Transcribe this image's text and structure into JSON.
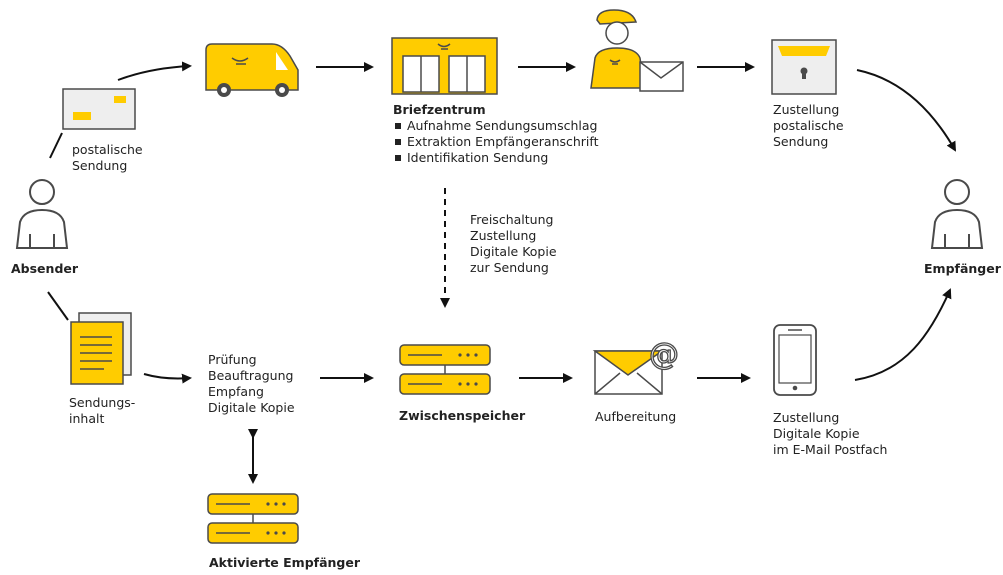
{
  "colors": {
    "accent": "#ffcc00",
    "accent_dark": "#f5b800",
    "outline": "#4a4a4a",
    "arrow": "#111111",
    "grey_fill": "#eeeeee"
  },
  "absender": {
    "label": "Absender"
  },
  "empfaenger": {
    "label": "Empfänger"
  },
  "postalische_sendung": {
    "lines": [
      "postalische",
      "Sendung"
    ]
  },
  "sendungsinhalt": {
    "lines": [
      "Sendungs-",
      "inhalt"
    ]
  },
  "briefzentrum": {
    "title": "Briefzentrum",
    "items": [
      "Aufnahme Sendungsumschlag",
      "Extraktion Empfängeranschrift",
      "Identifikation Sendung"
    ]
  },
  "zustellung_postalisch": {
    "lines": [
      "Zustellung",
      "postalische",
      "Sendung"
    ]
  },
  "freischaltung": {
    "lines": [
      "Freischaltung",
      "Zustellung",
      "Digitale Kopie",
      "zur Sendung"
    ]
  },
  "pruefung": {
    "lines": [
      "Prüfung",
      "Beauftragung",
      "Empfang",
      "Digitale Kopie"
    ]
  },
  "zwischenspeicher": {
    "label": "Zwischenspeicher"
  },
  "aufbereitung": {
    "label": "Aufbereitung"
  },
  "zustellung_digital": {
    "lines": [
      "Zustellung",
      "Digitale Kopie",
      "im E-Mail Postfach"
    ]
  },
  "aktivierte": {
    "label": "Aktivierte Empfänger"
  },
  "icons": [
    "sender-person-icon",
    "envelope-icon",
    "van-icon",
    "mail-center-icon",
    "postman-icon",
    "mailbox-icon",
    "recipient-person-icon",
    "document-icon",
    "server-icon",
    "email-at-icon",
    "smartphone-icon"
  ]
}
